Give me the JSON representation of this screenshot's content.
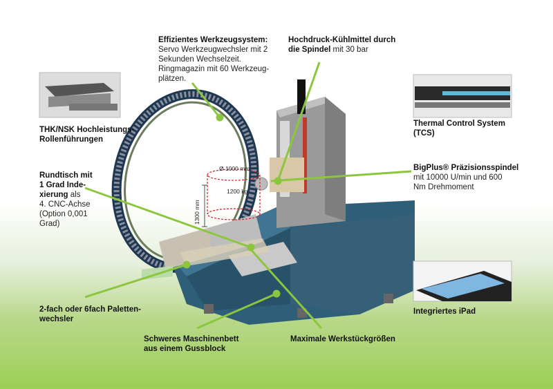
{
  "labels": {
    "tool_system": {
      "title": "Effizientes Werkzeugsystem:",
      "lines": [
        "Servo Werkzeugwechsler mit 2",
        "Sekunden Wechselzeit.",
        "Ringmagazin mit 60 Werkzeug-",
        "plätzen."
      ]
    },
    "coolant": {
      "title_line1": "Hochdruck-Kühlmittel durch",
      "title_line2": "die Spindel",
      "suffix": " mit 30 bar"
    },
    "guides": {
      "line1": "THK/NSK Hochleistungs-",
      "line2": "Rollenführungen"
    },
    "thermal": {
      "line1": "Thermal Control System",
      "line2": "(TCS)"
    },
    "rotary_table": {
      "title_lines": [
        "Rundtisch mit",
        "1 Grad Inde-"
      ],
      "line3_bold": "xierung",
      "line3_rest": " als",
      "lines": [
        "4. CNC-Achse",
        "(Option 0,001",
        "Grad)"
      ]
    },
    "spindle": {
      "title": "BigPlus® Präzisionsspindel",
      "lines": [
        "mit 10000 U/min und 600",
        "Nm Drehmoment"
      ]
    },
    "pallet": {
      "line1": "2-fach oder 6fach Paletten-",
      "line2": "wechsler"
    },
    "ipad": {
      "title": "Integriertes iPad"
    },
    "bed": {
      "line1": "Schweres Maschinenbett",
      "line2": "aus einem Gussblock"
    },
    "workpiece": {
      "title": "Maximale Werkstückgrößen"
    }
  },
  "dimensions": {
    "diameter": "Ø 1000 mm",
    "weight": "1200 kg",
    "height": "1300 mm"
  },
  "colors": {
    "accent_green": "#8cc63f",
    "machine_blue": "#2f5f78",
    "machine_gray": "#a8a8a8",
    "red_dashed": "#d0202a"
  }
}
